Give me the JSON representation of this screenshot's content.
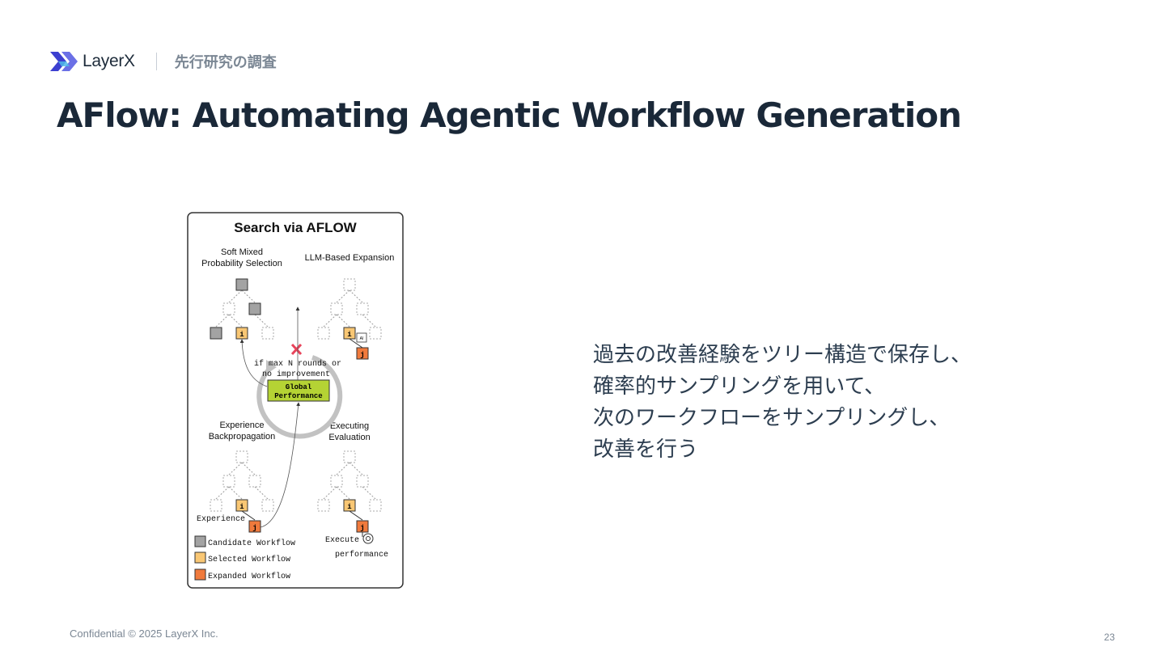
{
  "header": {
    "brand": "LayerX",
    "section": "先行研究の調査"
  },
  "slide": {
    "title": "AFlow: Automating Agentic Workflow Generation",
    "body_lines": [
      "過去の改善経験をツリー構造で保存し、",
      "確率的サンプリングを用いて、",
      "次のワークフローをサンプリングし、",
      "改善を行う"
    ]
  },
  "figure": {
    "title": "Search via AFLOW",
    "stages": {
      "selection": [
        "Soft Mixed",
        "Probability Selection"
      ],
      "expansion": "LLM-Based Expansion",
      "backprop": [
        "Experience",
        "Backpropagation"
      ],
      "evaluation": [
        "Executing",
        "Evaluation"
      ]
    },
    "loop_text": [
      "if max N rounds or",
      "no improvement"
    ],
    "global_box": [
      "Global",
      "Performance"
    ],
    "experience_label": "Experience",
    "execute_label": "Execute",
    "performance_label": "performance",
    "node_i": "i",
    "node_j": "j",
    "llm_tag": "AI",
    "legend": [
      {
        "label": "Candidate Workflow",
        "color": "#a3a3a3"
      },
      {
        "label": "Selected Workflow",
        "color": "#f9c774"
      },
      {
        "label": "Expanded Workflow",
        "color": "#f07a3c"
      }
    ]
  },
  "footer": {
    "confidential": "Confidential © 2025 LayerX Inc.",
    "page": "23"
  },
  "colors": {
    "brand": "#4a4fd8",
    "title": "#1a2838",
    "global_box": "#b5d334",
    "cross": "#e8435a"
  }
}
